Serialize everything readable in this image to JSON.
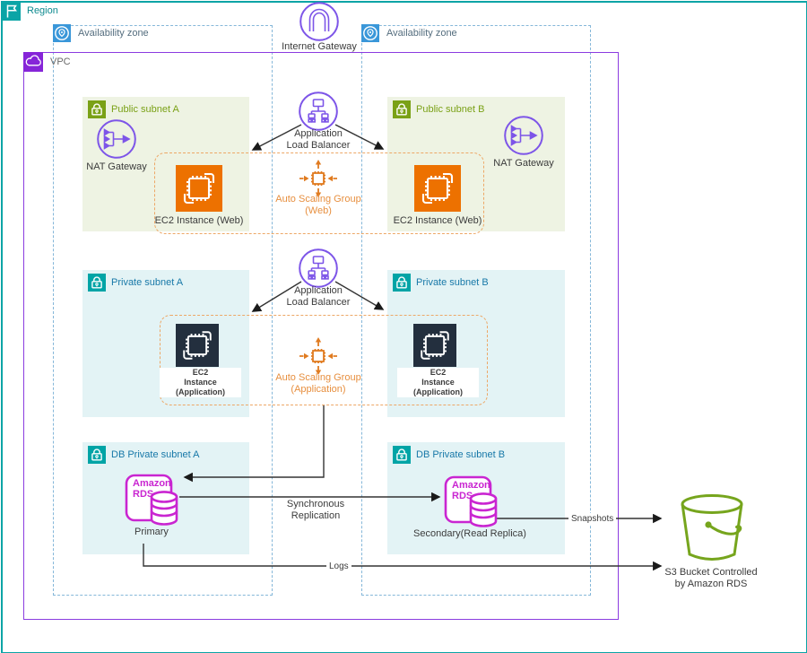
{
  "colors": {
    "region_teal": "#0ca4a6",
    "az_blue": "#3a97d9",
    "vpc_purple": "#8b3ce0",
    "public_subnet_green": "#7aa116",
    "private_subnet_blue": "#1778a8",
    "private_icon_teal": "#00a4a6",
    "compute_orange": "#ed7100",
    "asg_orange": "#e78f3f",
    "ec2_app_dark": "#232f3e",
    "rds_magenta": "#c925d1",
    "s3_green": "#76a51d",
    "network_purple": "#7d55e8",
    "connector_dark": "#333333"
  },
  "region": {
    "label": "Region"
  },
  "availability_zones": [
    {
      "label": "Availability zone"
    },
    {
      "label": "Availability zone"
    }
  ],
  "vpc": {
    "label": "VPC"
  },
  "internet_gateway": {
    "label": "Internet Gateway"
  },
  "subnets": {
    "public_a": {
      "label": "Public subnet A"
    },
    "public_b": {
      "label": "Public subnet B"
    },
    "private_a": {
      "label": "Private subnet A"
    },
    "private_b": {
      "label": "Private subnet B"
    },
    "db_private_a": {
      "label": "DB Private subnet A"
    },
    "db_private_b": {
      "label": "DB Private subnet B"
    }
  },
  "nodes": {
    "nat_gateway_a": {
      "label": "NAT Gateway"
    },
    "nat_gateway_b": {
      "label": "NAT Gateway"
    },
    "alb_web": {
      "line1": "Application",
      "line2": "Load Balancer"
    },
    "alb_app": {
      "line1": "Application",
      "line2": "Load Balancer"
    },
    "ec2_web_a": {
      "label": "EC2 Instance (Web)"
    },
    "ec2_web_b": {
      "label": "EC2 Instance (Web)"
    },
    "asg_web": {
      "line1": "Auto Scaling Group",
      "line2": "(Web)"
    },
    "asg_app": {
      "line1": "Auto Scaling Group",
      "line2": "(Application)"
    },
    "ec2_app_a": {
      "line1": "EC2",
      "line2": "Instance",
      "line3": "(Application)"
    },
    "ec2_app_b": {
      "line1": "EC2",
      "line2": "Instance",
      "line3": "(Application)"
    },
    "rds_primary": {
      "icon_line1": "Amazon",
      "icon_line2": "RDS",
      "label": "Primary"
    },
    "rds_secondary": {
      "icon_line1": "Amazon",
      "icon_line2": "RDS",
      "label": "Secondary(Read Replica)"
    },
    "s3_bucket": {
      "line1": "S3 Bucket Controlled",
      "line2": "by Amazon RDS"
    }
  },
  "edges": {
    "synchronous_replication": {
      "line1": "Synchronous",
      "line2": "Replication"
    },
    "snapshots": {
      "label": "Snapshots"
    },
    "logs": {
      "label": "Logs"
    }
  }
}
